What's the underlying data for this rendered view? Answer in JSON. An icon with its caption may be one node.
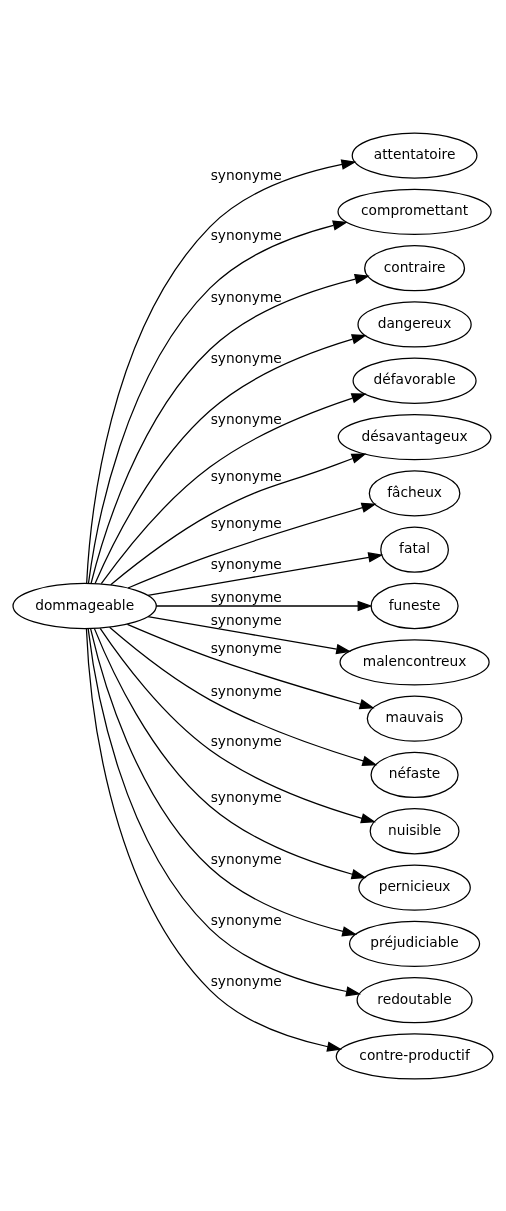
{
  "diagram": {
    "nodes": [
      {
        "text": [
          "dommageable"
        ]
      },
      {
        "text": [
          "attentatoire"
        ]
      },
      {
        "text": [
          "compromettant"
        ]
      },
      {
        "text": [
          "contraire"
        ]
      },
      {
        "text": [
          "dangereux"
        ]
      },
      {
        "text": [
          "défavorable"
        ]
      },
      {
        "text": [
          "désavantageux"
        ]
      },
      {
        "text": [
          "fâcheux"
        ]
      },
      {
        "text": [
          "fatal"
        ]
      },
      {
        "text": [
          "funeste"
        ]
      },
      {
        "text": [
          "malencontreux"
        ]
      },
      {
        "text": [
          "mauvais"
        ]
      },
      {
        "text": [
          "néfaste"
        ]
      },
      {
        "text": [
          "nuisible"
        ]
      },
      {
        "text": [
          "pernicieux"
        ]
      },
      {
        "text": [
          "préjudiciable"
        ]
      },
      {
        "text": [
          "redoutable"
        ]
      },
      {
        "text": [
          "contre-productif"
        ]
      }
    ],
    "edges": [
      {
        "from": 0,
        "to": 1,
        "arrow": "to",
        "label": "synonyme"
      },
      {
        "from": 0,
        "to": 2,
        "arrow": "to",
        "label": "synonyme"
      },
      {
        "from": 0,
        "to": 3,
        "arrow": "to",
        "label": "synonyme"
      },
      {
        "from": 0,
        "to": 4,
        "arrow": "to",
        "label": "synonyme"
      },
      {
        "from": 0,
        "to": 5,
        "arrow": "to",
        "label": "synonyme"
      },
      {
        "from": 0,
        "to": 6,
        "arrow": "to",
        "label": "synonyme"
      },
      {
        "from": 0,
        "to": 7,
        "arrow": "to",
        "label": "synonyme"
      },
      {
        "from": 0,
        "to": 8,
        "arrow": "to",
        "label": "synonyme"
      },
      {
        "from": 0,
        "to": 9,
        "arrow": "to",
        "label": "synonyme"
      },
      {
        "from": 0,
        "to": 10,
        "arrow": "to",
        "label": "synonyme"
      },
      {
        "from": 0,
        "to": 11,
        "arrow": "to",
        "label": "synonyme"
      },
      {
        "from": 0,
        "to": 12,
        "arrow": "to",
        "label": "synonyme"
      },
      {
        "from": 0,
        "to": 13,
        "arrow": "to",
        "label": "synonyme"
      },
      {
        "from": 0,
        "to": 14,
        "arrow": "to",
        "label": "synonyme"
      },
      {
        "from": 0,
        "to": 15,
        "arrow": "to",
        "label": "synonyme"
      },
      {
        "from": 0,
        "to": 16,
        "arrow": "to",
        "label": "synonyme"
      },
      {
        "from": 0,
        "to": 17,
        "arrow": "to",
        "label": "synonyme"
      }
    ]
  }
}
